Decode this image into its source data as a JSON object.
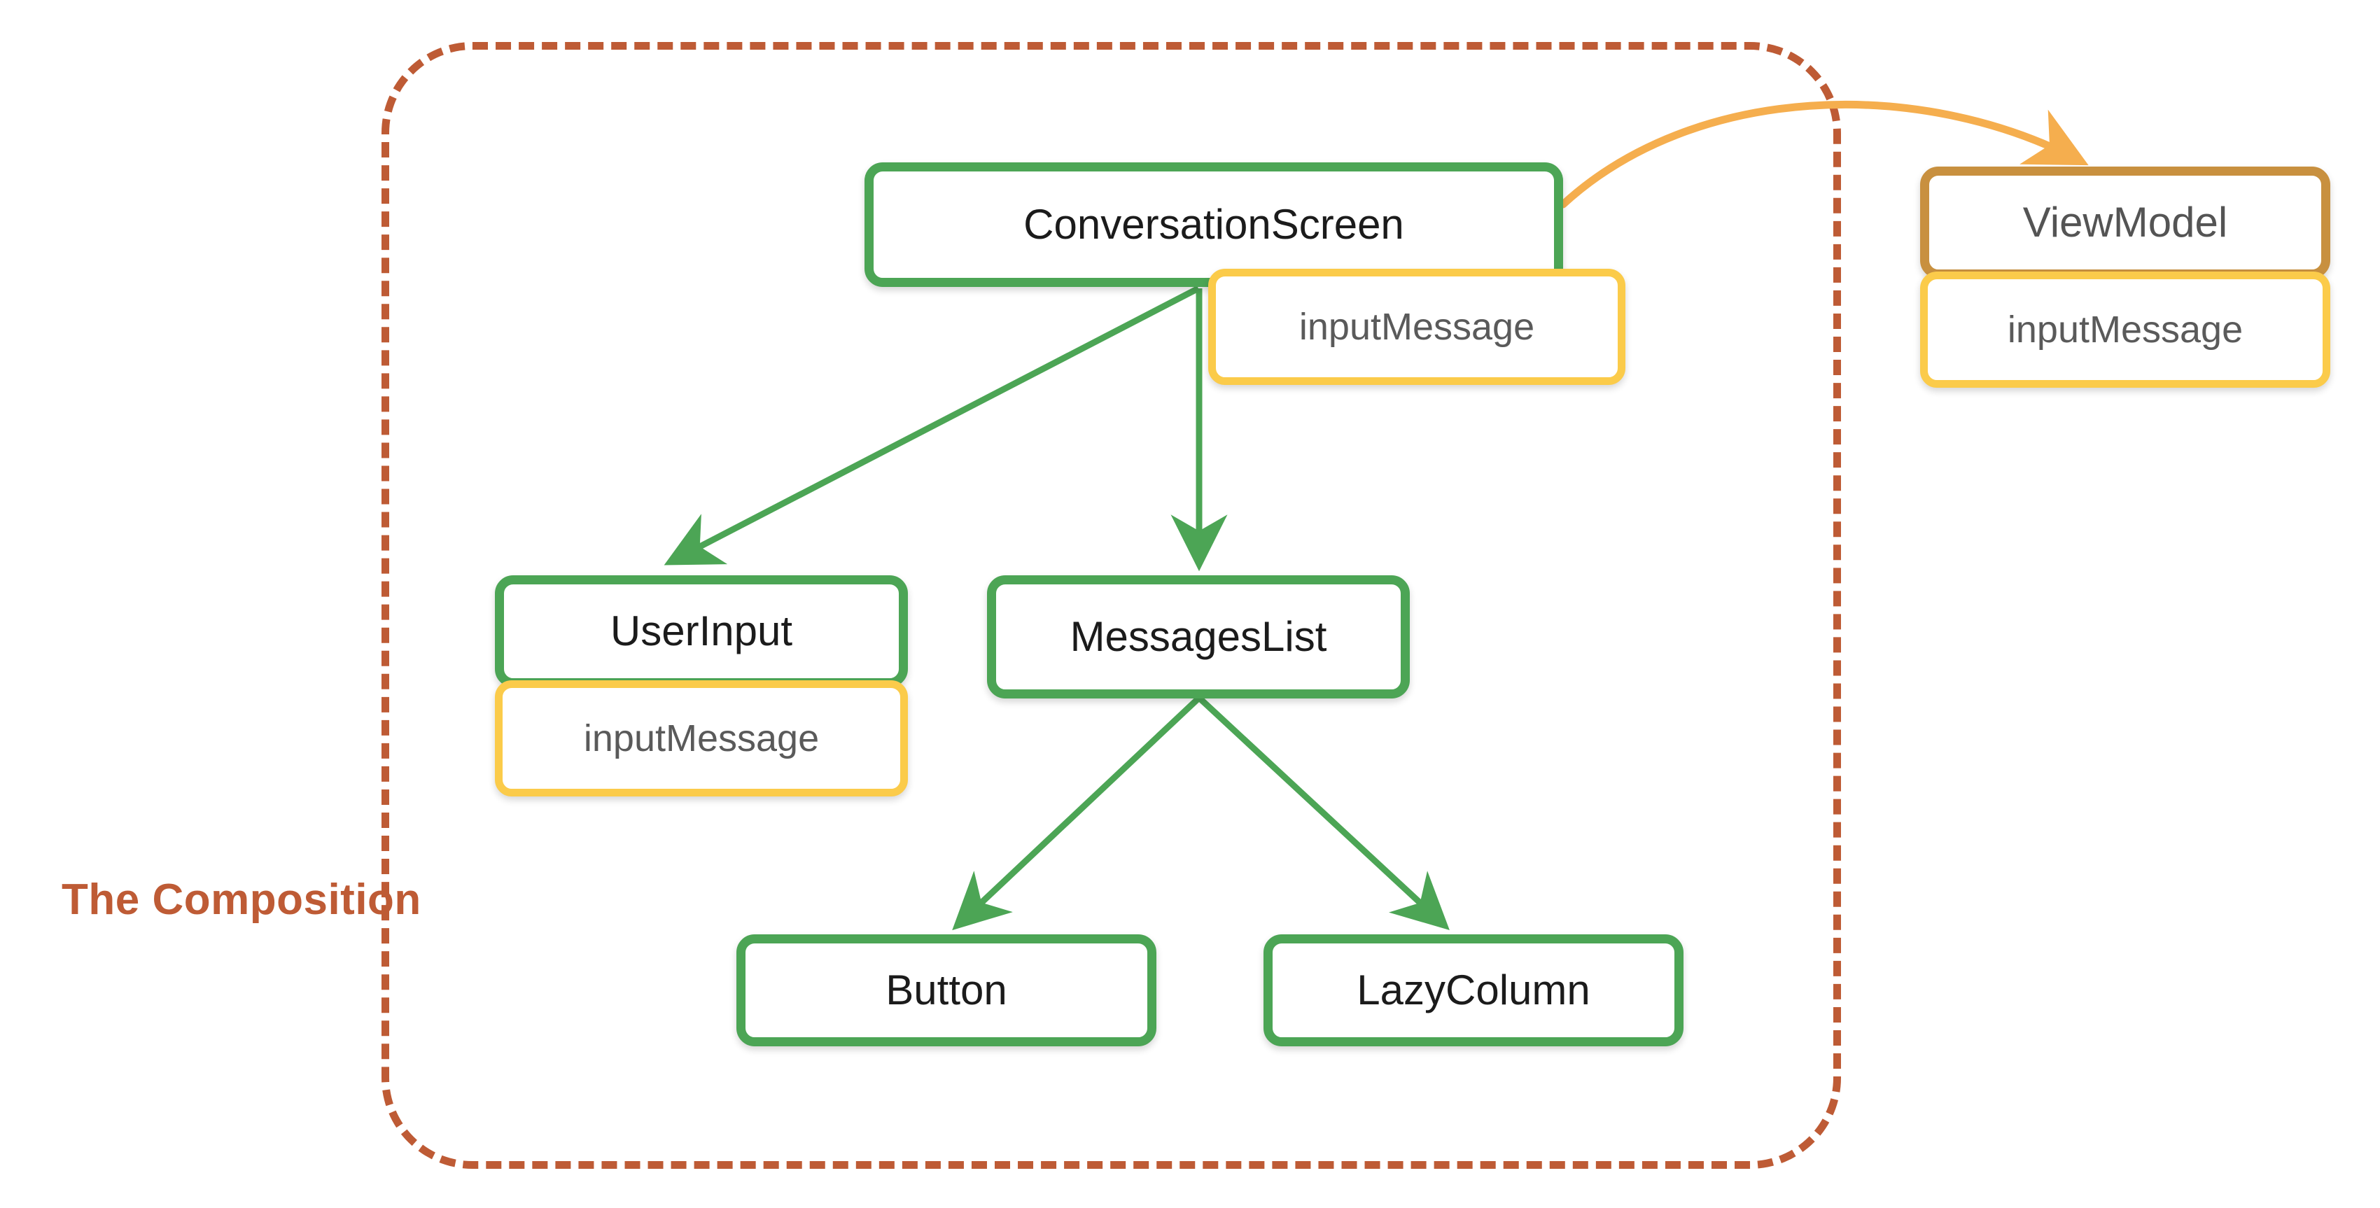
{
  "diagram": {
    "title_caption": "The Composition",
    "colors": {
      "composable_border": "#4CA555",
      "state_border": "#FBCB4A",
      "viewmodel_border": "#C8903F",
      "boundary_dashed": "#BE5B35",
      "event_arrow": "#F5AE4E",
      "tree_arrow": "#4CA555",
      "node_text": "#1b1b1b",
      "state_text": "#5a5a5a",
      "background": "#ffffff"
    },
    "nodes": {
      "conversation_screen": {
        "label": "ConversationScreen",
        "kind": "composable"
      },
      "user_input": {
        "label": "UserInput",
        "kind": "composable"
      },
      "messages_list": {
        "label": "MessagesList",
        "kind": "composable"
      },
      "button": {
        "label": "Button",
        "kind": "composable"
      },
      "lazy_column": {
        "label": "LazyColumn",
        "kind": "composable"
      },
      "view_model": {
        "label": "ViewModel",
        "kind": "viewmodel"
      }
    },
    "state_badges": {
      "conversation_screen_state": {
        "label": "inputMessage"
      },
      "user_input_state": {
        "label": "inputMessage"
      },
      "view_model_state": {
        "label": "inputMessage"
      }
    },
    "edges": [
      {
        "from": "ConversationScreen",
        "to": "UserInput",
        "style": "solid",
        "color": "#4CA555"
      },
      {
        "from": "ConversationScreen",
        "to": "MessagesList",
        "style": "solid",
        "color": "#4CA555"
      },
      {
        "from": "MessagesList",
        "to": "Button",
        "style": "solid",
        "color": "#4CA555"
      },
      {
        "from": "MessagesList",
        "to": "LazyColumn",
        "style": "solid",
        "color": "#4CA555"
      },
      {
        "from": "ConversationScreen",
        "to": "ViewModel",
        "style": "curved",
        "color": "#F5AE4E"
      }
    ]
  }
}
